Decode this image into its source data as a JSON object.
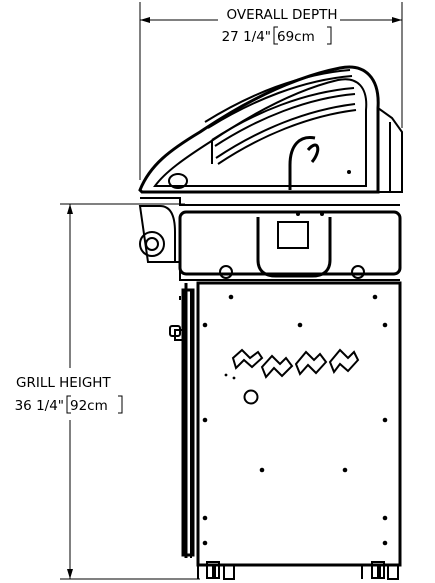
{
  "dimensions": {
    "depth": {
      "label": "OVERALL DEPTH",
      "value_in": "27 1/4\"",
      "value_cm": "69cm"
    },
    "height": {
      "label": "GRILL HEIGHT",
      "value_in": "36 1/4\"",
      "value_cm": "92cm"
    }
  },
  "colors": {
    "line": "#000000",
    "background": "#ffffff"
  }
}
